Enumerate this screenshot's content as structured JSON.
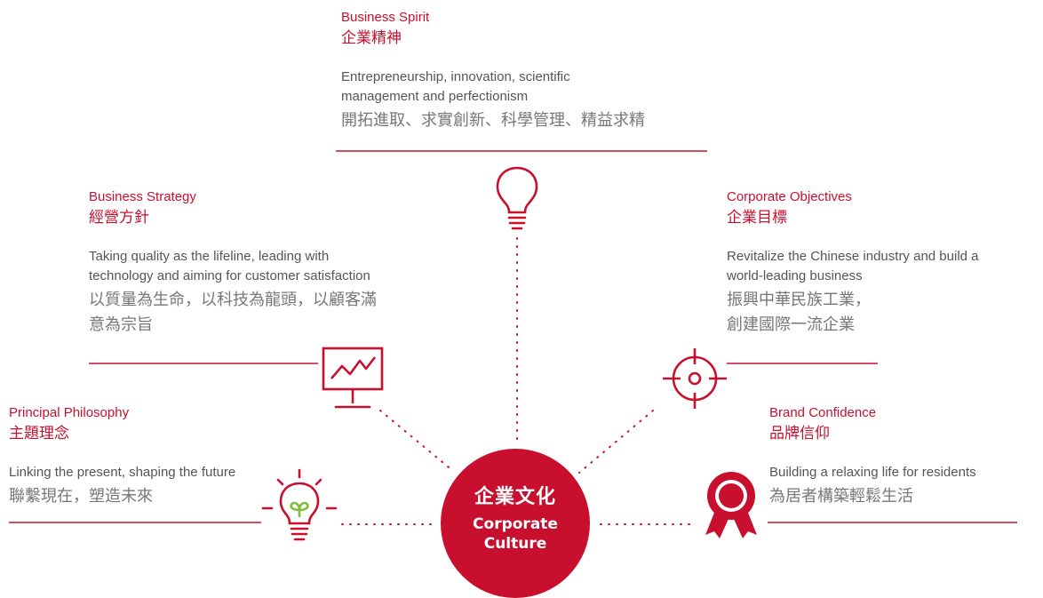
{
  "colors": {
    "accent": "#c8102e",
    "text": "#555555",
    "text_zh": "#777777",
    "accent_light": "#7bbf3a"
  },
  "center": {
    "title_zh": "企業文化",
    "title_en_line1": "Corporate",
    "title_en_line2": "Culture"
  },
  "spirit": {
    "title_en": "Business Spirit",
    "title_zh": "企業精神",
    "desc_en_1": "Entrepreneurship, innovation, scientific",
    "desc_en_2": "management and perfectionism",
    "desc_zh_1": "開拓進取、求實創新、科學管理、精益求精",
    "icon": "lightbulb-icon"
  },
  "strategy": {
    "title_en": "Business Strategy",
    "title_zh": "經營方針",
    "desc_en_1": "Taking quality as the lifeline, leading with",
    "desc_en_2": "technology and aiming for customer satisfaction",
    "desc_zh_1": "以質量為生命，以科技為龍頭，以顧客滿",
    "desc_zh_2": "意為宗旨",
    "icon": "monitor-chart-icon"
  },
  "objectives": {
    "title_en": "Corporate Objectives",
    "title_zh": "企業目標",
    "desc_en_1": "Revitalize the Chinese industry and build a",
    "desc_en_2": "world-leading business",
    "desc_zh_1": "振興中華民族工業，",
    "desc_zh_2": "創建國際一流企業",
    "icon": "target-icon"
  },
  "philosophy": {
    "title_en": "Principal Philosophy",
    "title_zh": "主題理念",
    "desc_en_1": "Linking the present, shaping the future",
    "desc_zh_1": "聯繫現在，塑造未來",
    "icon": "idea-bulb-icon"
  },
  "confidence": {
    "title_en": "Brand Confidence",
    "title_zh": "品牌信仰",
    "desc_en_1": "Building a relaxing life for residents",
    "desc_zh_1": "為居者構築輕鬆生活",
    "icon": "award-ribbon-icon"
  }
}
